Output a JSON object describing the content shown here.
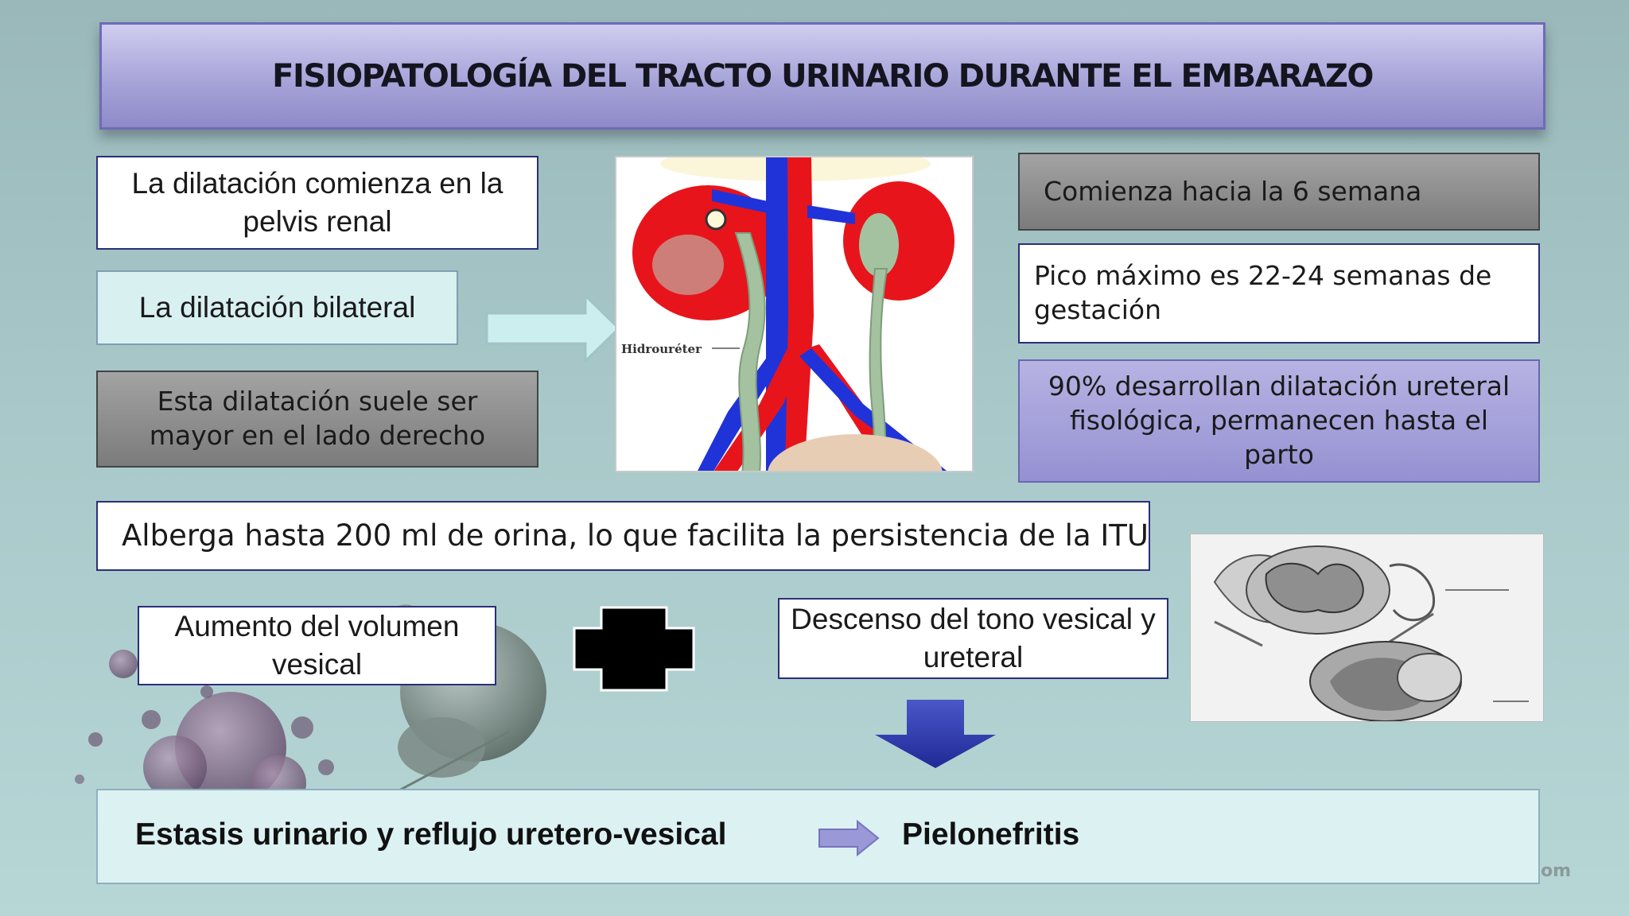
{
  "title": "FISIOPATOLOGÍA DEL TRACTO URINARIO DURANTE EL EMBARAZO",
  "left_boxes": {
    "pelvis": "La dilatación comienza en la pelvis renal",
    "bilateral": "La dilatación bilateral",
    "derecho": "Esta dilatación suele ser mayor en el lado derecho"
  },
  "right_boxes": {
    "semana": "Comienza hacia la 6 semana",
    "pico": "Pico máximo es 22-24 semanas de gestación",
    "porcentaje": "90% desarrollan dilatación ureteral fisológica, permanecen hasta el parto"
  },
  "figure_label": "Hidrouréter",
  "alberga": "Alberga hasta 200 ml de orina, lo que facilita la persistencia de la ITU",
  "aumento": "Aumento del volumen vesical",
  "descenso": "Descenso del tono vesical y ureteral",
  "bottom": {
    "estasis": "Estasis urinario y reflujo uretero-vesical",
    "pielonefritis": "Pielonefritis"
  },
  "watermark": "om",
  "colors": {
    "title_fill": "#a7a4d9",
    "pale_fill": "#d9f0f1",
    "violet_fill": "#9591d2",
    "gray_fill": "#8a8a8a",
    "down_arrow": "#2e3ab0",
    "right_arrow": "#9b98d8"
  },
  "icons": [
    "right-arrow-icon",
    "plus-icon",
    "down-arrow-icon",
    "kidney-diagram",
    "pregnancy-anatomy-image",
    "cell-decoration"
  ]
}
